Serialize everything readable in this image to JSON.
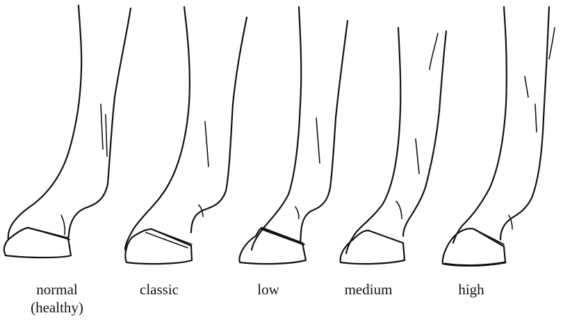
{
  "labels": [
    {
      "line1": "normal",
      "line2": "(healthy)"
    },
    {
      "line1": "classic",
      "line2": ""
    },
    {
      "line1": "low",
      "line2": ""
    },
    {
      "line1": "medium",
      "line2": ""
    },
    {
      "line1": "high",
      "line2": ""
    }
  ],
  "colors": {
    "ink": "#111111",
    "background": "#ffffff"
  }
}
